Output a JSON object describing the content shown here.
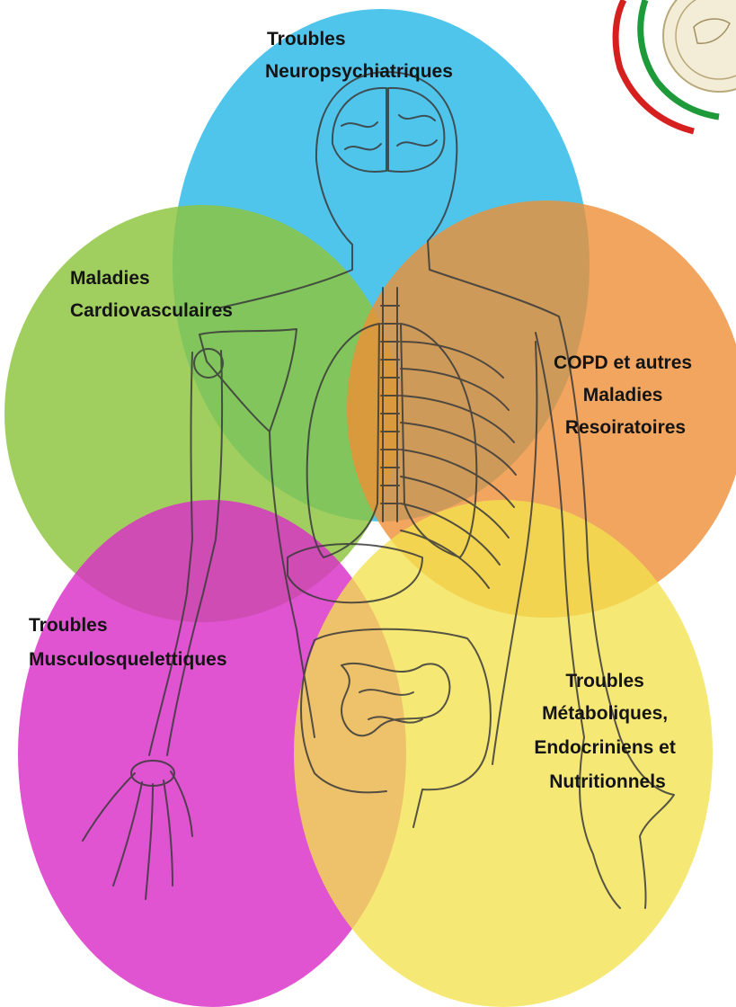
{
  "diagram": {
    "circles": [
      {
        "id": "neuro",
        "color": "#29b8e8",
        "lines": [
          "Troubles",
          "Neuropsychiatriques"
        ]
      },
      {
        "id": "cardio",
        "color": "#8cc43c",
        "lines": [
          "Maladies",
          "Cardiovasculaires"
        ]
      },
      {
        "id": "resp",
        "color": "#ee8f36",
        "lines": [
          "COPD et autres",
          "Maladies",
          "Resoiratoires"
        ]
      },
      {
        "id": "musculo",
        "color": "#d92ec7",
        "lines": [
          "Troubles",
          "Musculosquelettiques"
        ]
      },
      {
        "id": "metab",
        "color": "#f2e24e",
        "lines": [
          "Troubles",
          "Métaboliques,",
          "Endocriniens et",
          "Nutritionnels"
        ]
      }
    ]
  },
  "emblem": {
    "colors": [
      "#d61f1f",
      "#1f9a3a"
    ],
    "icon": "state-emblem-icon"
  },
  "illustration": {
    "icon": "human-anatomy-icon"
  }
}
